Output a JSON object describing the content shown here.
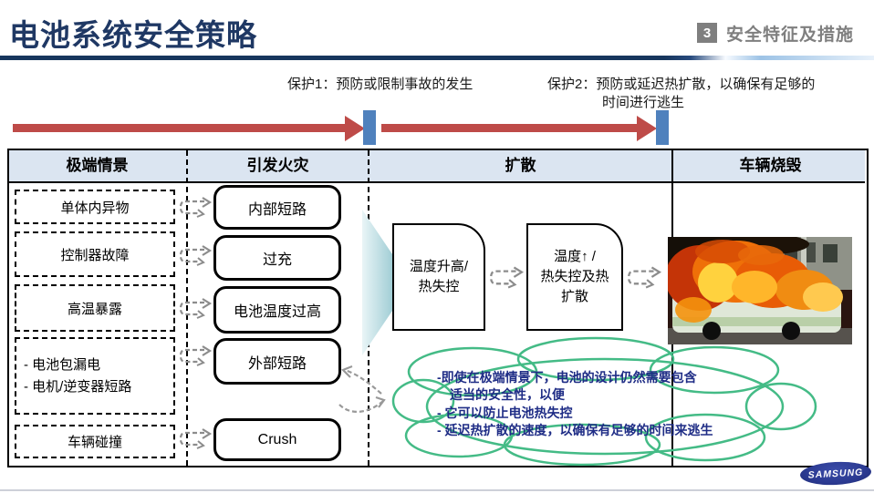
{
  "slide": {
    "title": "电池系统安全策略",
    "page_badge": "3",
    "section_label": "安全特征及措施",
    "logo_text": "SAMSUNG"
  },
  "protections": {
    "p1": "保护1：预防或限制事故的发生",
    "p2_line1": "保护2：预防或延迟热扩散，以确保有足够的",
    "p2_line2": "时间进行逃生"
  },
  "table": {
    "headers": [
      "极端情景",
      "引发火灾",
      "扩散",
      "车辆烧毁"
    ]
  },
  "scenarios": [
    {
      "label": "单体内异物"
    },
    {
      "label": "控制器故障"
    },
    {
      "label": "高温暴露"
    },
    {
      "lines": [
        "-  电池包漏电",
        "-  电机/逆变器短路"
      ]
    },
    {
      "label": "车辆碰撞"
    }
  ],
  "causes": [
    "内部短路",
    "过充",
    "电池温度过高",
    "外部短路",
    "Crush"
  ],
  "spread": {
    "stage1": [
      "温度升高/",
      "热失控"
    ],
    "stage2": [
      "温度↑ /",
      "热失控及热",
      "扩散"
    ]
  },
  "cloud": {
    "lines": [
      "-即使在极端情景下，电池的设计仍然需要包含",
      "适当的安全性，以便",
      "- 它可以防止电池热失控",
      "- 延迟热扩散的速度，以确保有足够的时间来逃生"
    ]
  },
  "colors": {
    "title_navy": "#1F3864",
    "arrow_red": "#BE4B48",
    "divider_blue": "#4F81BD",
    "header_bg": "#DBE5F1",
    "cloud_green": "#44BB86",
    "cloud_text_navy": "#1F2D86",
    "badge_gray": "#7F7F7F",
    "samsung_blue": "#2B3A91",
    "teal_arrow": "#72B3BF"
  }
}
